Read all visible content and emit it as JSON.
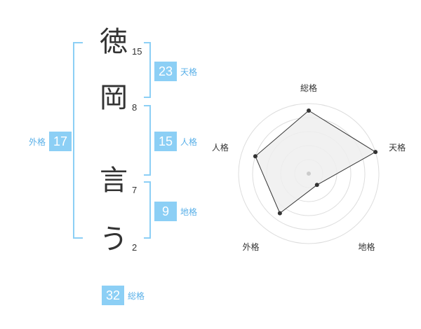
{
  "name": {
    "characters": [
      {
        "char": "徳",
        "strokes": "15"
      },
      {
        "char": "岡",
        "strokes": "8"
      },
      {
        "char": "言",
        "strokes": "7"
      },
      {
        "char": "う",
        "strokes": "2"
      }
    ]
  },
  "fortune": {
    "tenkaku": {
      "value": "23",
      "label": "天格"
    },
    "jinkaku": {
      "value": "15",
      "label": "人格"
    },
    "chikaku": {
      "value": "9",
      "label": "地格"
    },
    "gaikaku": {
      "value": "17",
      "label": "外格"
    },
    "soukaku": {
      "value": "32",
      "label": "総格"
    }
  },
  "colors": {
    "accent": "#8ccff5",
    "accent_text": "#5ab0e8",
    "bracket": "#8ccff5",
    "radar_fill": "#eeeeee",
    "radar_stroke": "#333333"
  },
  "chart_data": {
    "type": "radar",
    "axes": [
      "総格",
      "天格",
      "地格",
      "外格",
      "人格"
    ],
    "values": [
      0.9,
      1.0,
      0.2,
      0.7,
      0.8
    ],
    "rings": 5,
    "ylim": [
      0,
      1
    ]
  }
}
